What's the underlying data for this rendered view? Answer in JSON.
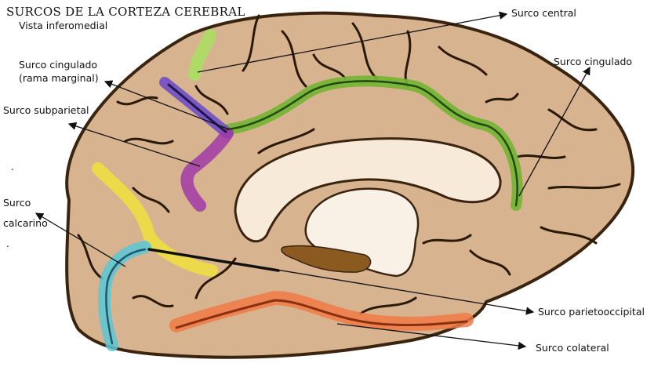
{
  "title": "SURCOS DE LA CORTEZA CEREBRAL",
  "subtitle": "Vista inferomedial",
  "labels": {
    "surco_central": "Surco central",
    "surco_cingulado_right": "Surco cingulado",
    "surco_cingulado_marginal": "Surco cingulado\n(rama marginal)",
    "surco_subparietal": "Surco subparietal",
    "surco_calcarino": "Surco\ncalcarino",
    "surco_parietooccipital": "Surco parietooccipital",
    "surco_colateral": "Surco colateral"
  },
  "colors": {
    "brain_fill": "#d7b48f",
    "brain_outline": "#3a2410",
    "corpus_callosum": "#f7ead8",
    "thalamus": "#f9f1e6",
    "brainstem": "#8a5a20",
    "central_highlight": "#a8e060",
    "cingulate_highlight": "#73b433",
    "marginal_highlight": "#6a48c8",
    "subparietal_highlight": "#a03aa8",
    "parietooccipital_highlight": "#f0e040",
    "calcarine_highlight": "#5cc7d6",
    "collateral_highlight": "#f07a45"
  }
}
